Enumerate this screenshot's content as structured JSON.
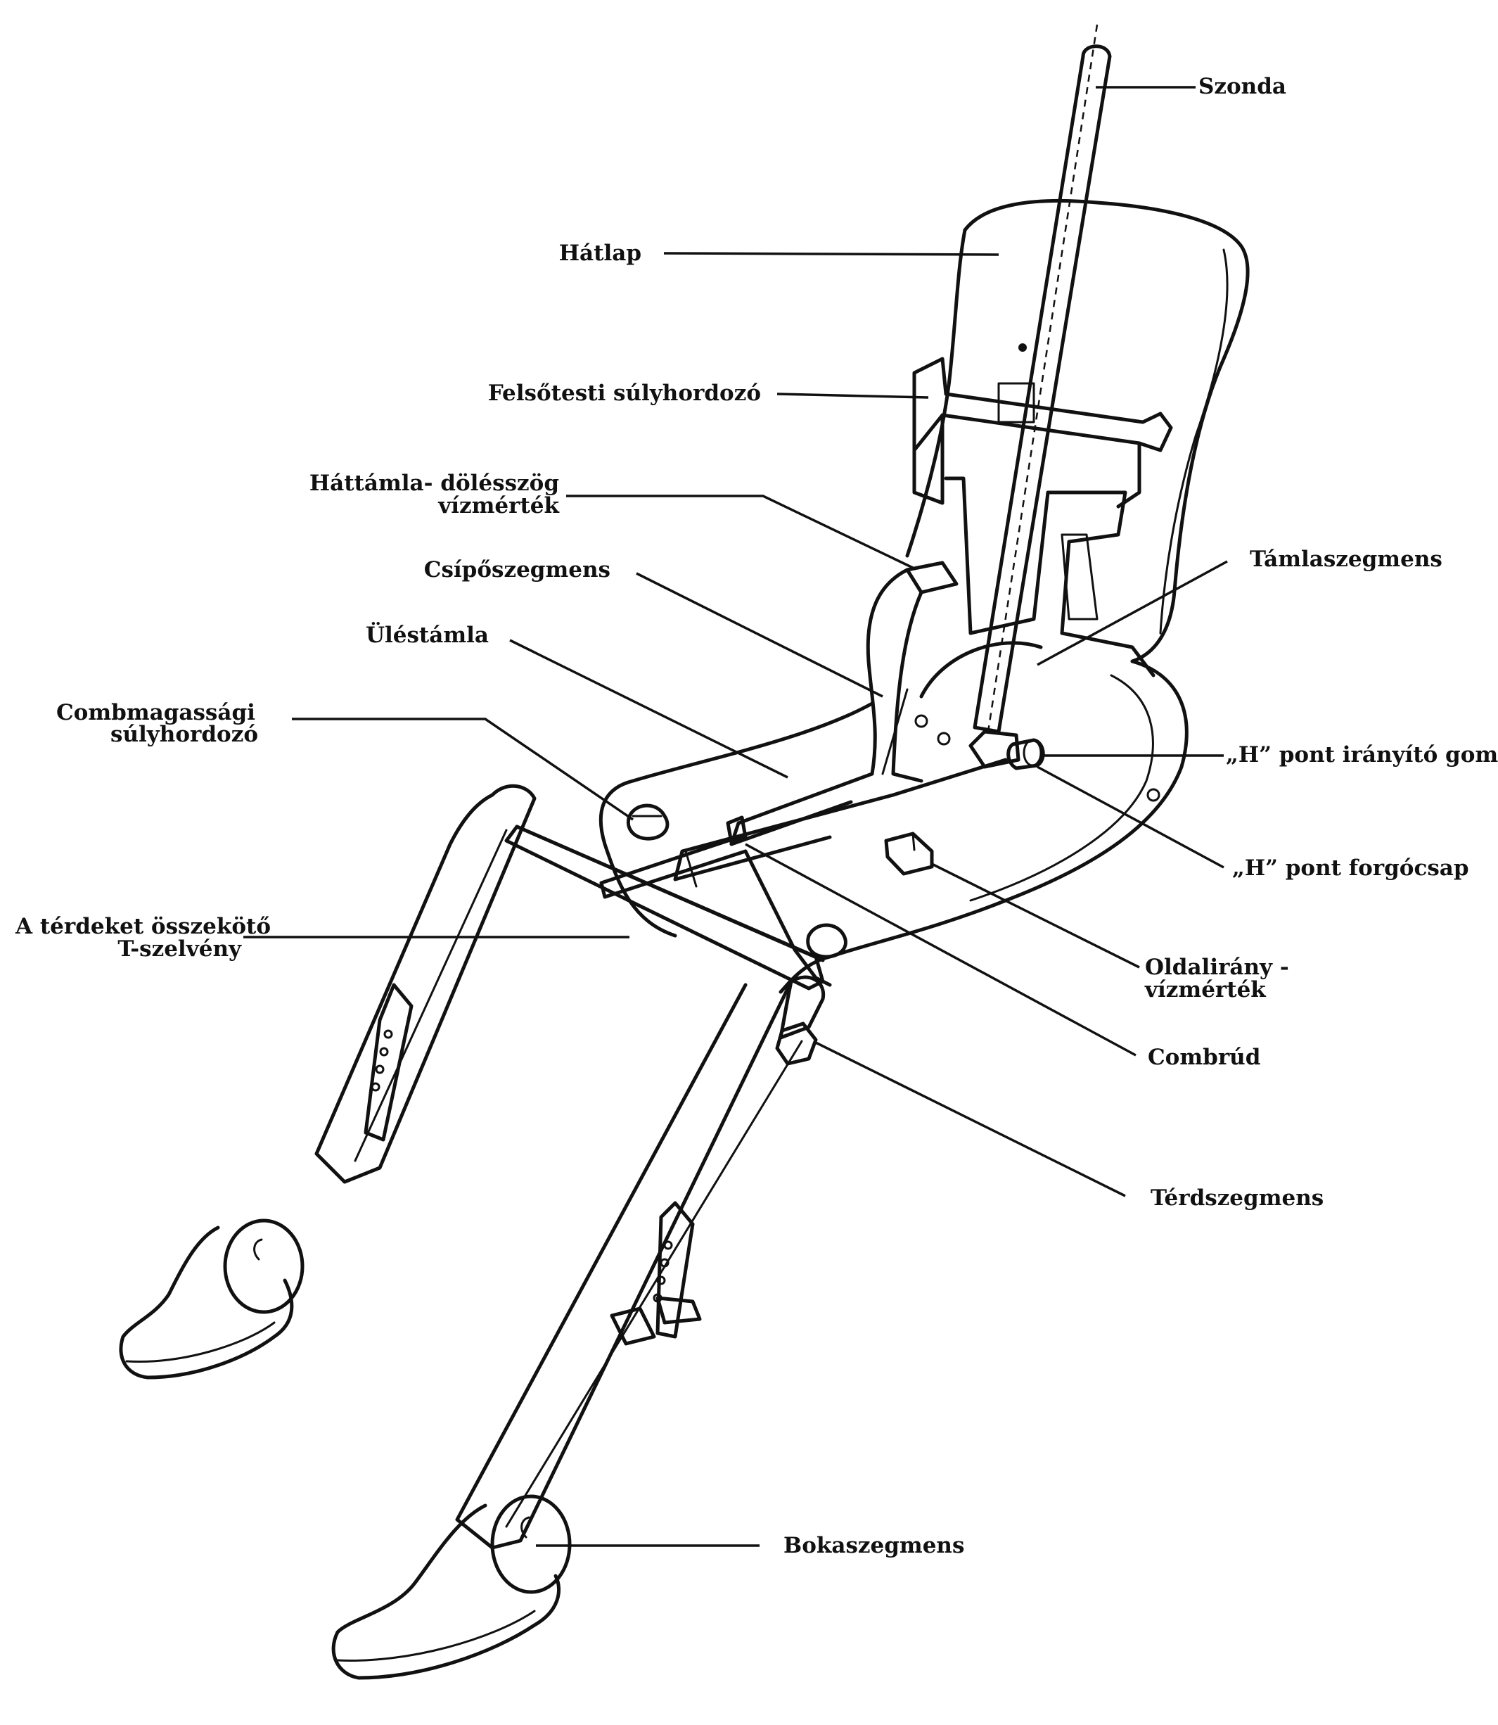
{
  "labels": {
    "szonda": "Szonda",
    "hatlap": "Hátlap",
    "felsotesti": "Felsőtesti súlyhordozó",
    "hattamla_1": "Háttámla- dölésszög",
    "hattamla_2": "vízmérték",
    "tamlaszegmens": "Támlaszegmens",
    "csiposzegmens": "Csípőszegmens",
    "ulestamla": "Üléstámla",
    "combmagassagi_1": "Combmagassági",
    "combmagassagi_2": "súlyhordozó",
    "h_gomb": "„H” pont irányító gomb",
    "h_forgocsap": "„H” pont forgócsap",
    "terdek_1": "A térdeket összekötő",
    "terdek_2": "T-szelvény",
    "oldalirany_1": "Oldalirány -",
    "oldalirany_2": "vízmérték",
    "combrud": "Combrúd",
    "terdszegmens": "Térdszegmens",
    "bokaszegmens": "Bokaszegmens"
  }
}
